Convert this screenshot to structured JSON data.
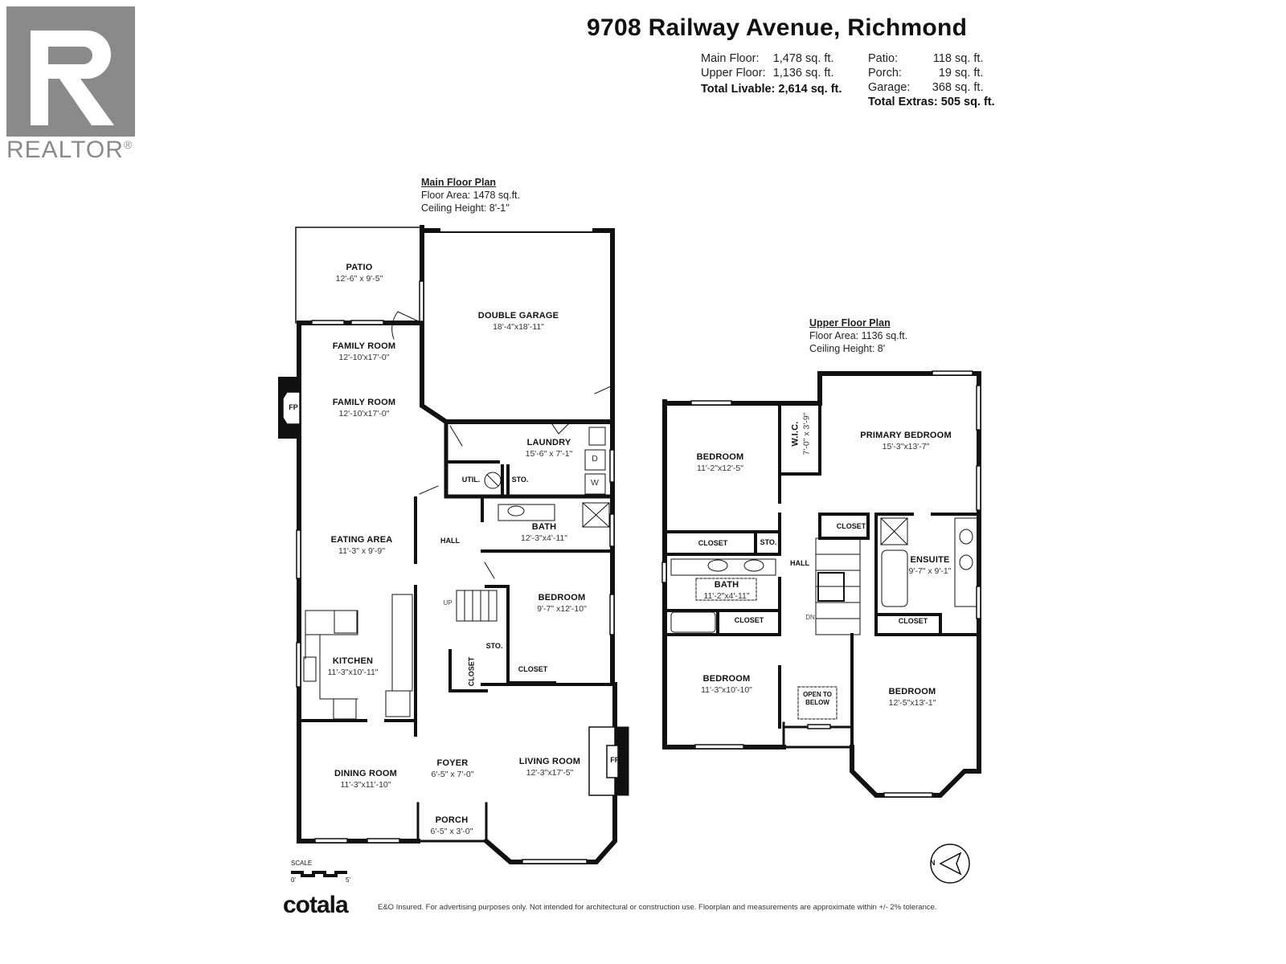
{
  "header": {
    "address": "9708 Railway Avenue, Richmond",
    "livable": [
      {
        "label": "Main Floor:",
        "value": "1,478",
        "unit": "sq. ft."
      },
      {
        "label": "Upper Floor:",
        "value": "1,136",
        "unit": "sq. ft."
      }
    ],
    "total_livable": "Total Livable: 2,614 sq. ft.",
    "extras": [
      {
        "label": "Patio:",
        "value": "118",
        "unit": "sq. ft."
      },
      {
        "label": "Porch:",
        "value": "19",
        "unit": "sq. ft."
      },
      {
        "label": "Garage:",
        "value": "368",
        "unit": "sq. ft."
      }
    ],
    "total_extras": "Total Extras: 505 sq. ft."
  },
  "logo": {
    "word": "REALTOR",
    "mark": "®",
    "color": "#8a8a8a"
  },
  "main_floor": {
    "title": "Main Floor Plan",
    "area": "Floor Area: 1478 sq.ft.",
    "ceiling": "Ceiling Height: 8'-1\"",
    "rooms": [
      {
        "name": "PATIO",
        "dims": "12'-6\" x 9'-5\""
      },
      {
        "name": "FAMILY ROOM",
        "dims": "12'-10'x17'-0\""
      },
      {
        "name": "FAMILY ROOM",
        "dims": "12'-10'x17'-0\""
      },
      {
        "name": "DOUBLE GARAGE",
        "dims": "18'-4\"x18'-11\""
      },
      {
        "name": "LAUNDRY",
        "dims": "15'-6\" x 7'-1\""
      },
      {
        "name": "UTIL."
      },
      {
        "name": "STO."
      },
      {
        "name": "BATH",
        "dims": "12'-3\"x4'-11\""
      },
      {
        "name": "HALL"
      },
      {
        "name": "EATING AREA",
        "dims": "11'-3\" x 9'-9\""
      },
      {
        "name": "BEDROOM",
        "dims": "9'-7\" x12'-10\""
      },
      {
        "name": "STO."
      },
      {
        "name": "CLOSET"
      },
      {
        "name": "CLOSET"
      },
      {
        "name": "KITCHEN",
        "dims": "11'-3\"x10'-11\""
      },
      {
        "name": "DINING ROOM",
        "dims": "11'-3\"x11'-10\""
      },
      {
        "name": "FOYER",
        "dims": "6'-5\" x 7'-0\""
      },
      {
        "name": "LIVING ROOM",
        "dims": "12'-3\"x17'-5\""
      },
      {
        "name": "PORCH",
        "dims": "6'-5\" x 3'-0\""
      }
    ],
    "fixtures": {
      "fireplace": "FP",
      "dryer": "D",
      "washer": "W",
      "stairs": "UP"
    }
  },
  "upper_floor": {
    "title": "Upper Floor Plan",
    "area": "Floor Area: 1136 sq.ft.",
    "ceiling": "Ceiling Height: 8'",
    "rooms": [
      {
        "name": "BEDROOM",
        "dims": "11'-2\"x12'-5\""
      },
      {
        "name": "W.I.C.",
        "dims": "7'-0\" x 3'-9\""
      },
      {
        "name": "PRIMARY BEDROOM",
        "dims": "15'-3\"x13'-7\""
      },
      {
        "name": "CLOSET"
      },
      {
        "name": "CLOSET"
      },
      {
        "name": "STO."
      },
      {
        "name": "HALL"
      },
      {
        "name": "ENSUITE",
        "dims": "9'-7\" x 9'-1\""
      },
      {
        "name": "BATH",
        "dims": "11'-2\"x4'-11\""
      },
      {
        "name": "CLOSET"
      },
      {
        "name": "CLOSET"
      },
      {
        "name": "BEDROOM",
        "dims": "11'-3\"x10'-10\""
      },
      {
        "name": "OPEN TO BELOW"
      },
      {
        "name": "BEDROOM",
        "dims": "12'-5\"x13'-1\""
      }
    ],
    "fixtures": {
      "stairs": "DN"
    }
  },
  "scale": {
    "label": "SCALE",
    "start": "0'",
    "end": "5'"
  },
  "compass": {
    "label": "N",
    "icon": "north-arrow-icon"
  },
  "footer": {
    "brand": "cotala",
    "disclaimer": "E&O Insured. For advertising purposes only. Not intended for architectural or construction use. Floorplan and measurements are approximate within +/- 2% tolerance."
  }
}
